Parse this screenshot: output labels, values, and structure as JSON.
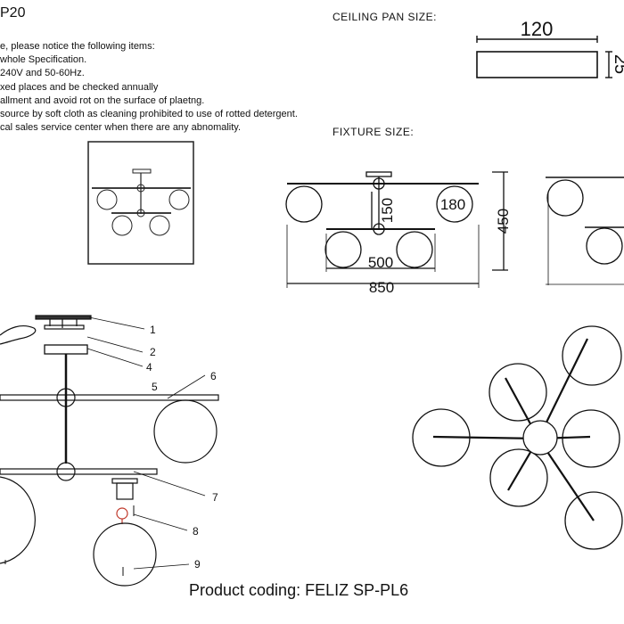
{
  "title_code": "P20",
  "notes": [
    "e, please notice the following items:",
    "whole Specification.",
    "240V and 50-60Hz.",
    "xed places and be checked annually",
    "allment and avoid rot on the surface of plaetng.",
    "source by soft cloth as cleaning prohibited to use of rotted detergent.",
    "cal sales service center when there are any abnomality."
  ],
  "ceiling_pan": {
    "label": "CEILING PAN  SIZE:",
    "width": "120",
    "height": "25"
  },
  "fixture": {
    "label": "FIXTURE SIZE:",
    "dim_150": "150",
    "dim_180": "180",
    "dim_450": "450",
    "dim_500": "500",
    "dim_850": "850"
  },
  "parts": [
    "1",
    "2",
    "4",
    "5",
    "6",
    "7",
    "8",
    "9"
  ],
  "product_coding": "Product coding: FELIZ SP-PL6"
}
